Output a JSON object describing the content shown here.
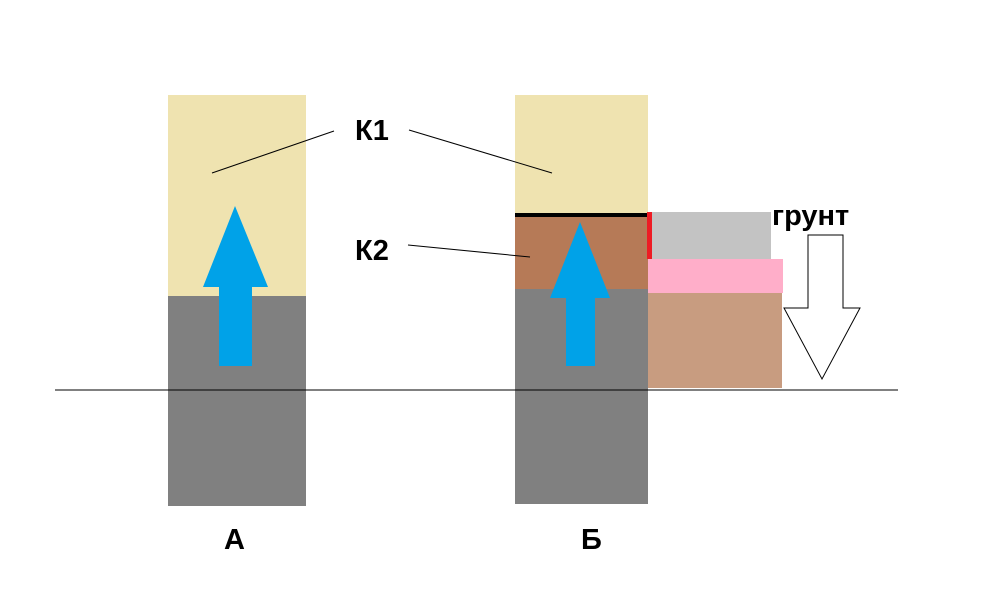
{
  "labels": {
    "k1": "К1",
    "k2": "К2",
    "soil": "грунт",
    "a": "А",
    "b": "Б"
  },
  "colors": {
    "k1_layer": "#efe3b0",
    "k2_layer": "#b67a57",
    "foundation": "#808080",
    "arrow": "#00a2e8",
    "ground_line": "#000000",
    "red_edge": "#ed1c24",
    "insulation_grey": "#c3c3c3",
    "insulation_pink": "#ffaec9",
    "soil_fill": "#c89c80"
  },
  "icons": {
    "capillary_arrow": "arrow-up-icon",
    "soil_pressure_arrow": "arrow-down-icon"
  }
}
